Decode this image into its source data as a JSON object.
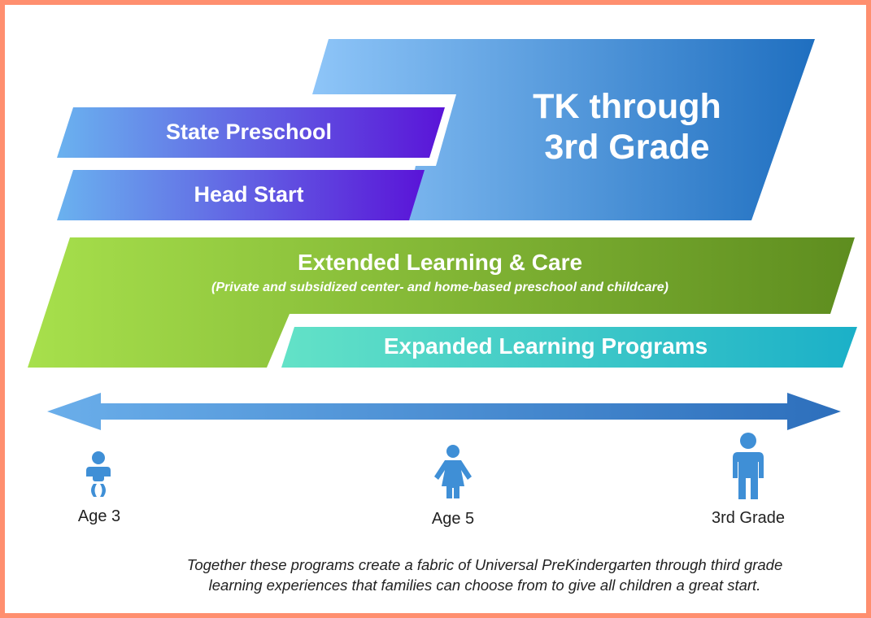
{
  "bands": {
    "tk": {
      "line1": "TK through",
      "line2": "3rd Grade"
    },
    "state_preschool": {
      "label": "State Preschool"
    },
    "head_start": {
      "label": "Head Start"
    },
    "extended": {
      "label": "Extended Learning & Care",
      "sublabel": "(Private and subsidized center- and home-based preschool and childcare)"
    },
    "expanded": {
      "label": "Expanded Learning Programs"
    }
  },
  "timeline": {
    "markers": [
      {
        "label": "Age 3",
        "icon": "infant-icon"
      },
      {
        "label": "Age 5",
        "icon": "child-icon"
      },
      {
        "label": "3rd Grade",
        "icon": "older-child-icon"
      }
    ]
  },
  "caption": {
    "line1": "Together these programs create a fabric of Universal PreKindergarten through third grade",
    "line2": "learning experiences that families can choose from to give all children a great start."
  },
  "colors": {
    "border": "#ff8f6f",
    "tk_start": "#8ec5f8",
    "tk_end": "#1f6fc0",
    "purple_start": "#6ab2ef",
    "purple_end": "#5a14d8",
    "green_start": "#a7e04c",
    "green_end": "#5e8d1f",
    "teal_start": "#63e2c7",
    "teal_end": "#1bb0c8",
    "arrow_start": "#6aaeea",
    "arrow_end": "#2d6fbc",
    "icon": "#3f8fd6"
  }
}
